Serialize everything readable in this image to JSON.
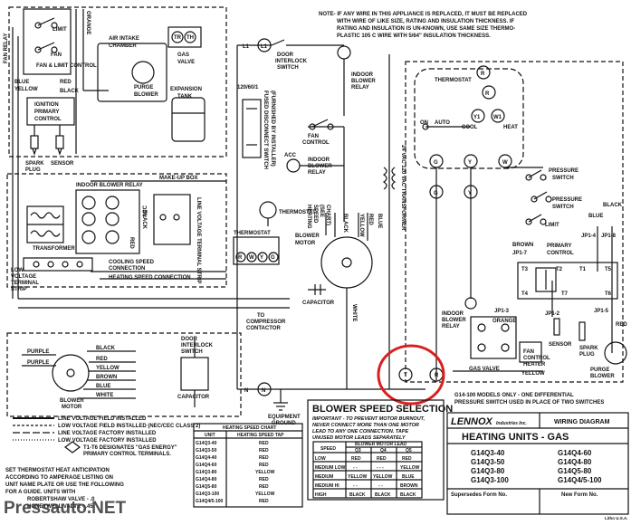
{
  "note": {
    "line1": "NOTE- IF ANY WIRE IN THIS APPLIANCE IS REPLACED, IT MUST BE REPLACED",
    "line2": "WITH WIRE OF LIKE SIZE, RATING AND INSULATION THICKNESS. IF",
    "line3": "RATING AND INSULATION IS UN-KNOWN, USE SAME SIZE THERMO-",
    "line4": "PLASTIC 105 C WIRE WITH 5/64\" INSULATION THICKNESS."
  },
  "left": {
    "orange": "ORANGE",
    "fan_relay": "FAN RELAY",
    "limit": "LIMIT",
    "fan": "FAN",
    "fan_limit_control": "FAN & LIMIT CONTROL",
    "blue": "BLUE",
    "yellow": "YELLOW",
    "red": "RED",
    "black": "BLACK",
    "ignition_l1": "IGNITION",
    "ignition_l2": "PRIMARY",
    "ignition_l3": "CONTROL",
    "spark_l1": "SPARK",
    "spark_l2": "PLUG",
    "sensor": "SENSOR",
    "air_l1": "AIR INTAKE",
    "air_l2": "CHAMBER",
    "purge_l1": "PURGE",
    "purge_l2": "BLOWER",
    "tr": "TR",
    "th": "TH",
    "gas_l1": "GAS",
    "gas_l2": "VALVE",
    "exp_l1": "EXPANSION",
    "exp_l2": "TANK",
    "makeup_box": "MAKE-UP BOX",
    "indoor_blower_relay": "INDOOR BLOWER RELAY",
    "acc": "ACC",
    "black_v": "BLACK",
    "red_v": "RED",
    "transformer": "TRANSFORMER",
    "low_voltage_l1": "LOW",
    "low_voltage_l2": "VOLTAGE",
    "low_voltage_l3": "TERMINAL",
    "low_voltage_l4": "STRIP",
    "cooling_l1": "COOLING SPEED",
    "cooling_l2": "CONNECTION",
    "heating_speed": "HEATING SPEED CONNECTION",
    "line_voltage_terminal": "LINE VOLTAGE TERMINAL STRIP",
    "thermostat": "THERMOSTAT",
    "r": "R",
    "w": "W",
    "y": "Y",
    "g": "G",
    "compressor_l1": "TO",
    "compressor_l2": "COMPRESSOR",
    "compressor_l3": "CONTACTOR",
    "motor_purple_1": "PURPLE",
    "motor_purple_2": "PURPLE",
    "motor_black": "BLACK",
    "motor_red": "RED",
    "motor_yellow": "YELLOW",
    "motor_brown": "BROWN",
    "motor_blue": "BLUE",
    "motor_white": "WHITE",
    "blower_motor_l1": "BLOWER",
    "blower_motor_l2": "MOTOR",
    "door_l1": "DOOR",
    "door_l2": "INTERLOCK",
    "door_l3": "SWITCH",
    "capacitor": "CAPACITOR",
    "legend_1": "LINE VOLTAGE FIELD INSTALLED",
    "legend_2": "LOW VOLTAGE FIELD INSTALLED (NEC/CEC CLASS 2)",
    "legend_3": "LINE VOLTAGE FACTORY INSTALLED",
    "legend_4": "LOW VOLTAGE FACTORY INSTALLED",
    "t_note_l1": "T1-T6 DESIGNATES \"GAS ENERGY\"",
    "t_note_l2": "PRIMARY CONTROL TERMINALS.",
    "anticip_1": "SET THERMOSTAT HEAT ANTICIPATION",
    "anticip_2": "ACCORDING TO AMPERAGE LISTING ON",
    "anticip_3": "UNIT NAME PLATE OR USE THE FOLLOWING",
    "anticip_4": "FOR A GUIDE. UNITS WITH",
    "anticip_5": "ROBERTSHAW VALVE - .0",
    "anticip_6": "HONEYWELL VALVE - .45"
  },
  "middle": {
    "l1": "L1",
    "door_l1": "DOOR",
    "door_l2": "INTERLOCK",
    "door_l3": "SWITCH",
    "indoor_relay_l1": "INDOOR",
    "indoor_relay_l2": "BLOWER",
    "indoor_relay_l3": "RELAY",
    "supply": "120/60/1",
    "fused_l1": "FUSED DISCONNECT SWITCH",
    "fused_l2": "(FURNISHED BY INSTALLER)",
    "fan_control_l1": "FAN",
    "fan_control_l2": "CONTROL",
    "acc": "ACC",
    "ib_relay2_l1": "INDOOR",
    "ib_relay2_l2": "BLOWER",
    "ib_relay2_l3": "RELAY",
    "thermostat": "THERMOSTAT",
    "heating_speed_l1": "HEATING",
    "heating_speed_l2": "SPEED",
    "heating_speed_l3": "(SEE",
    "heating_speed_l4": "CHART)",
    "black": "BLACK",
    "yellow": "YELLOW",
    "red": "RED",
    "blue": "BLUE",
    "blower_motor_l1": "BLOWER",
    "blower_motor_l2": "MOTOR",
    "capacitor": "CAPACITOR",
    "white": "WHITE",
    "transformer": "24 VAC 120 VAC TRANSFORMER",
    "n": "N",
    "equip_l1": "EQUIPMENT",
    "equip_l2": "GROUND"
  },
  "right": {
    "thermostat": "THERMOSTAT",
    "r": "R",
    "r1": "R",
    "on": "ON",
    "auto": "AUTO",
    "cool": "COOL",
    "heat": "HEAT",
    "y1": "Y1",
    "w1": "W1",
    "g": "G",
    "w": "W",
    "y": "Y",
    "pressure_switch_l1": "PRESSURE",
    "pressure_switch_l2": "SWITCH",
    "limit": "LIMIT",
    "blue": "BLUE",
    "black": "BLACK",
    "brown": "BROWN",
    "jp1_4": "JP1-4",
    "jp1_8": "JP1-8",
    "jp1_7": "JP1-7",
    "primary_l1": "PRIMARY",
    "primary_l2": "CONTROL",
    "t1": "T1",
    "t2": "T2",
    "t3": "T3",
    "t4": "T4",
    "t5": "T5",
    "t6": "T6",
    "t7": "T7",
    "jp1_3": "JP1-3",
    "jp1_2": "JP1-2",
    "jp1_5": "JP1-5",
    "orange": "ORANGE",
    "red": "RED",
    "indoor_l1": "INDOOR",
    "indoor_l2": "BLOWER",
    "indoor_l3": "RELAY",
    "fan_control_l1": "FAN",
    "fan_control_l2": "CONTROL",
    "fan_control_l3": "HEATER",
    "sensor": "SENSOR",
    "spark_l1": "SPARK",
    "spark_l2": "PLUG",
    "gas_valve": "GAS VALVE",
    "yellow": "YELLOW",
    "purge_l1": "PURGE",
    "purge_l2": "BLOWER",
    "t": "T",
    "r_bottom": "R",
    "g14_l1": "G14-100 MODELS ONLY - ONE DIFFERENTIAL",
    "g14_l2": "PRESSURE SWITCH USED IN PLACE OF TWO SWITCHES"
  },
  "speed": {
    "title": "BLOWER SPEED SELECTION",
    "imp_1": "IMPORTANT - TO PREVENT MOTOR BURNOUT,",
    "imp_2": "NEVER CONNECT MORE THAN ONE MOTOR",
    "imp_3": "LEAD TO ANY ONE CONNECTION. TAPE",
    "imp_4": "UNUSED MOTOR LEADS SEPARATELY",
    "col_speed": "SPEED",
    "col_group": "BLOWER MOTOR LEAD",
    "col_q3": "Q3",
    "col_q4": "Q4",
    "col_q5": "Q5",
    "rows": [
      {
        "speed": "LOW",
        "q3": "RED",
        "q4": "RED",
        "q5": "RED"
      },
      {
        "speed": "MEDIUM LOW",
        "q3": "- -",
        "q4": "- - -",
        "q5": "YELLOW"
      },
      {
        "speed": "MEDIUM",
        "q3": "YELLOW",
        "q4": "YELLOW",
        "q5": "BLUE"
      },
      {
        "speed": "MEDIUM HI",
        "q3": "- -",
        "q4": "- -",
        "q5": "BROWN"
      },
      {
        "speed": "HIGH",
        "q3": "BLACK",
        "q4": "BLACK",
        "q5": "BLACK"
      }
    ]
  },
  "heating_chart": {
    "title": "HEATING SPEED CHART",
    "col_unit": "UNIT",
    "col_tap": "HEATING SPEED TAP",
    "rows": [
      {
        "unit": "G14Q3-40",
        "tap": "RED"
      },
      {
        "unit": "G14Q3-50",
        "tap": "RED"
      },
      {
        "unit": "G14Q4-40",
        "tap": "RED"
      },
      {
        "unit": "G14Q4-60",
        "tap": "RED"
      },
      {
        "unit": "G14Q3-80",
        "tap": "YELLOW"
      },
      {
        "unit": "G14Q4-80",
        "tap": "RED"
      },
      {
        "unit": "G14Q5-80",
        "tap": "RED"
      },
      {
        "unit": "G14Q3-100",
        "tap": "YELLOW"
      },
      {
        "unit": "G14Q4/5-100",
        "tap": "RED"
      }
    ]
  },
  "title_block": {
    "brand": "LENNOX",
    "brand_sub": "Industries Inc.",
    "wiring": "WIRING DIAGRAM",
    "heading": "HEATING UNITS - GAS",
    "models_left": [
      "G14Q3-40",
      "G14Q3-50",
      "G14Q3-80",
      "G14Q3-100"
    ],
    "models_right": [
      "G14Q4-60",
      "G14Q4-80",
      "G14Q5-80",
      "G14Q4/5-100"
    ],
    "supersedes": "Supersedes Form No.",
    "new_form": "New Form No.",
    "litho": "Litho U.S.A."
  },
  "watermark": "Pressauto.NET"
}
